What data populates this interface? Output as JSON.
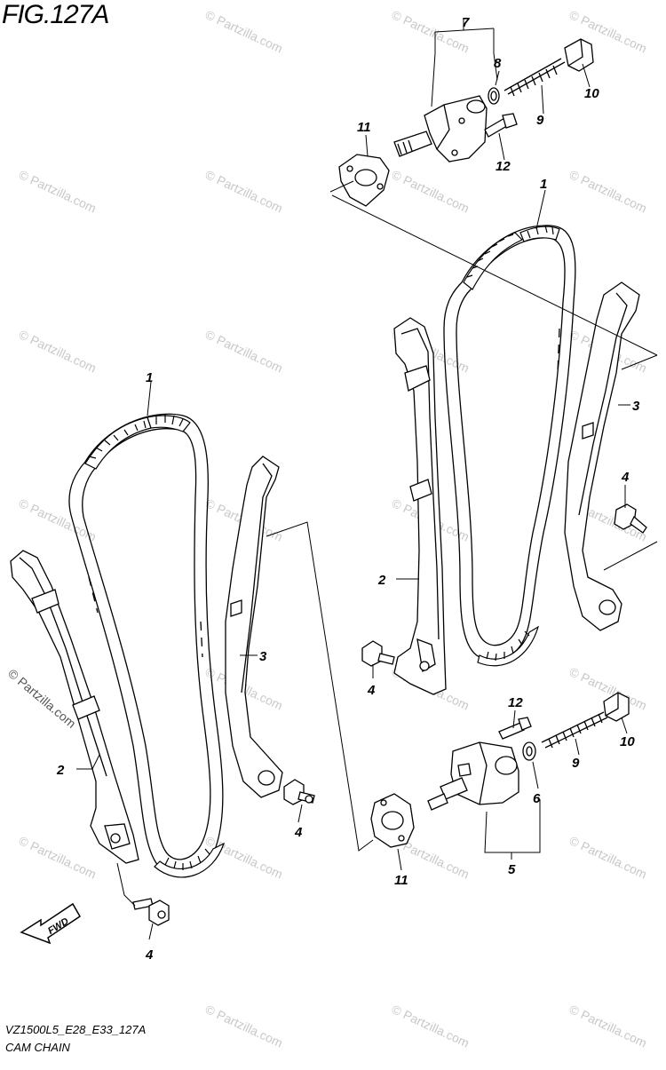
{
  "figure": {
    "title": "FIG.127A",
    "model_code": "VZ1500L5_E28_E33_127A",
    "name": "CAM CHAIN"
  },
  "watermark": {
    "text": "© Partzilla.com",
    "color": "#c8c8c8"
  },
  "fwd_label": "FWD",
  "callouts": {
    "c1_top": "1",
    "c1_left": "1",
    "c2_right": "2",
    "c2_left": "2",
    "c3_right": "3",
    "c3_left": "3",
    "c4_right_upper": "4",
    "c4_right_lower": "4",
    "c4_mid": "4",
    "c4_bottom": "4",
    "c5": "5",
    "c6": "6",
    "c7": "7",
    "c8": "8",
    "c9_top": "9",
    "c9_bottom": "9",
    "c10_top": "10",
    "c10_bottom": "10",
    "c11_top": "11",
    "c11_bottom": "11",
    "c12_top": "12",
    "c12_bottom": "12"
  }
}
